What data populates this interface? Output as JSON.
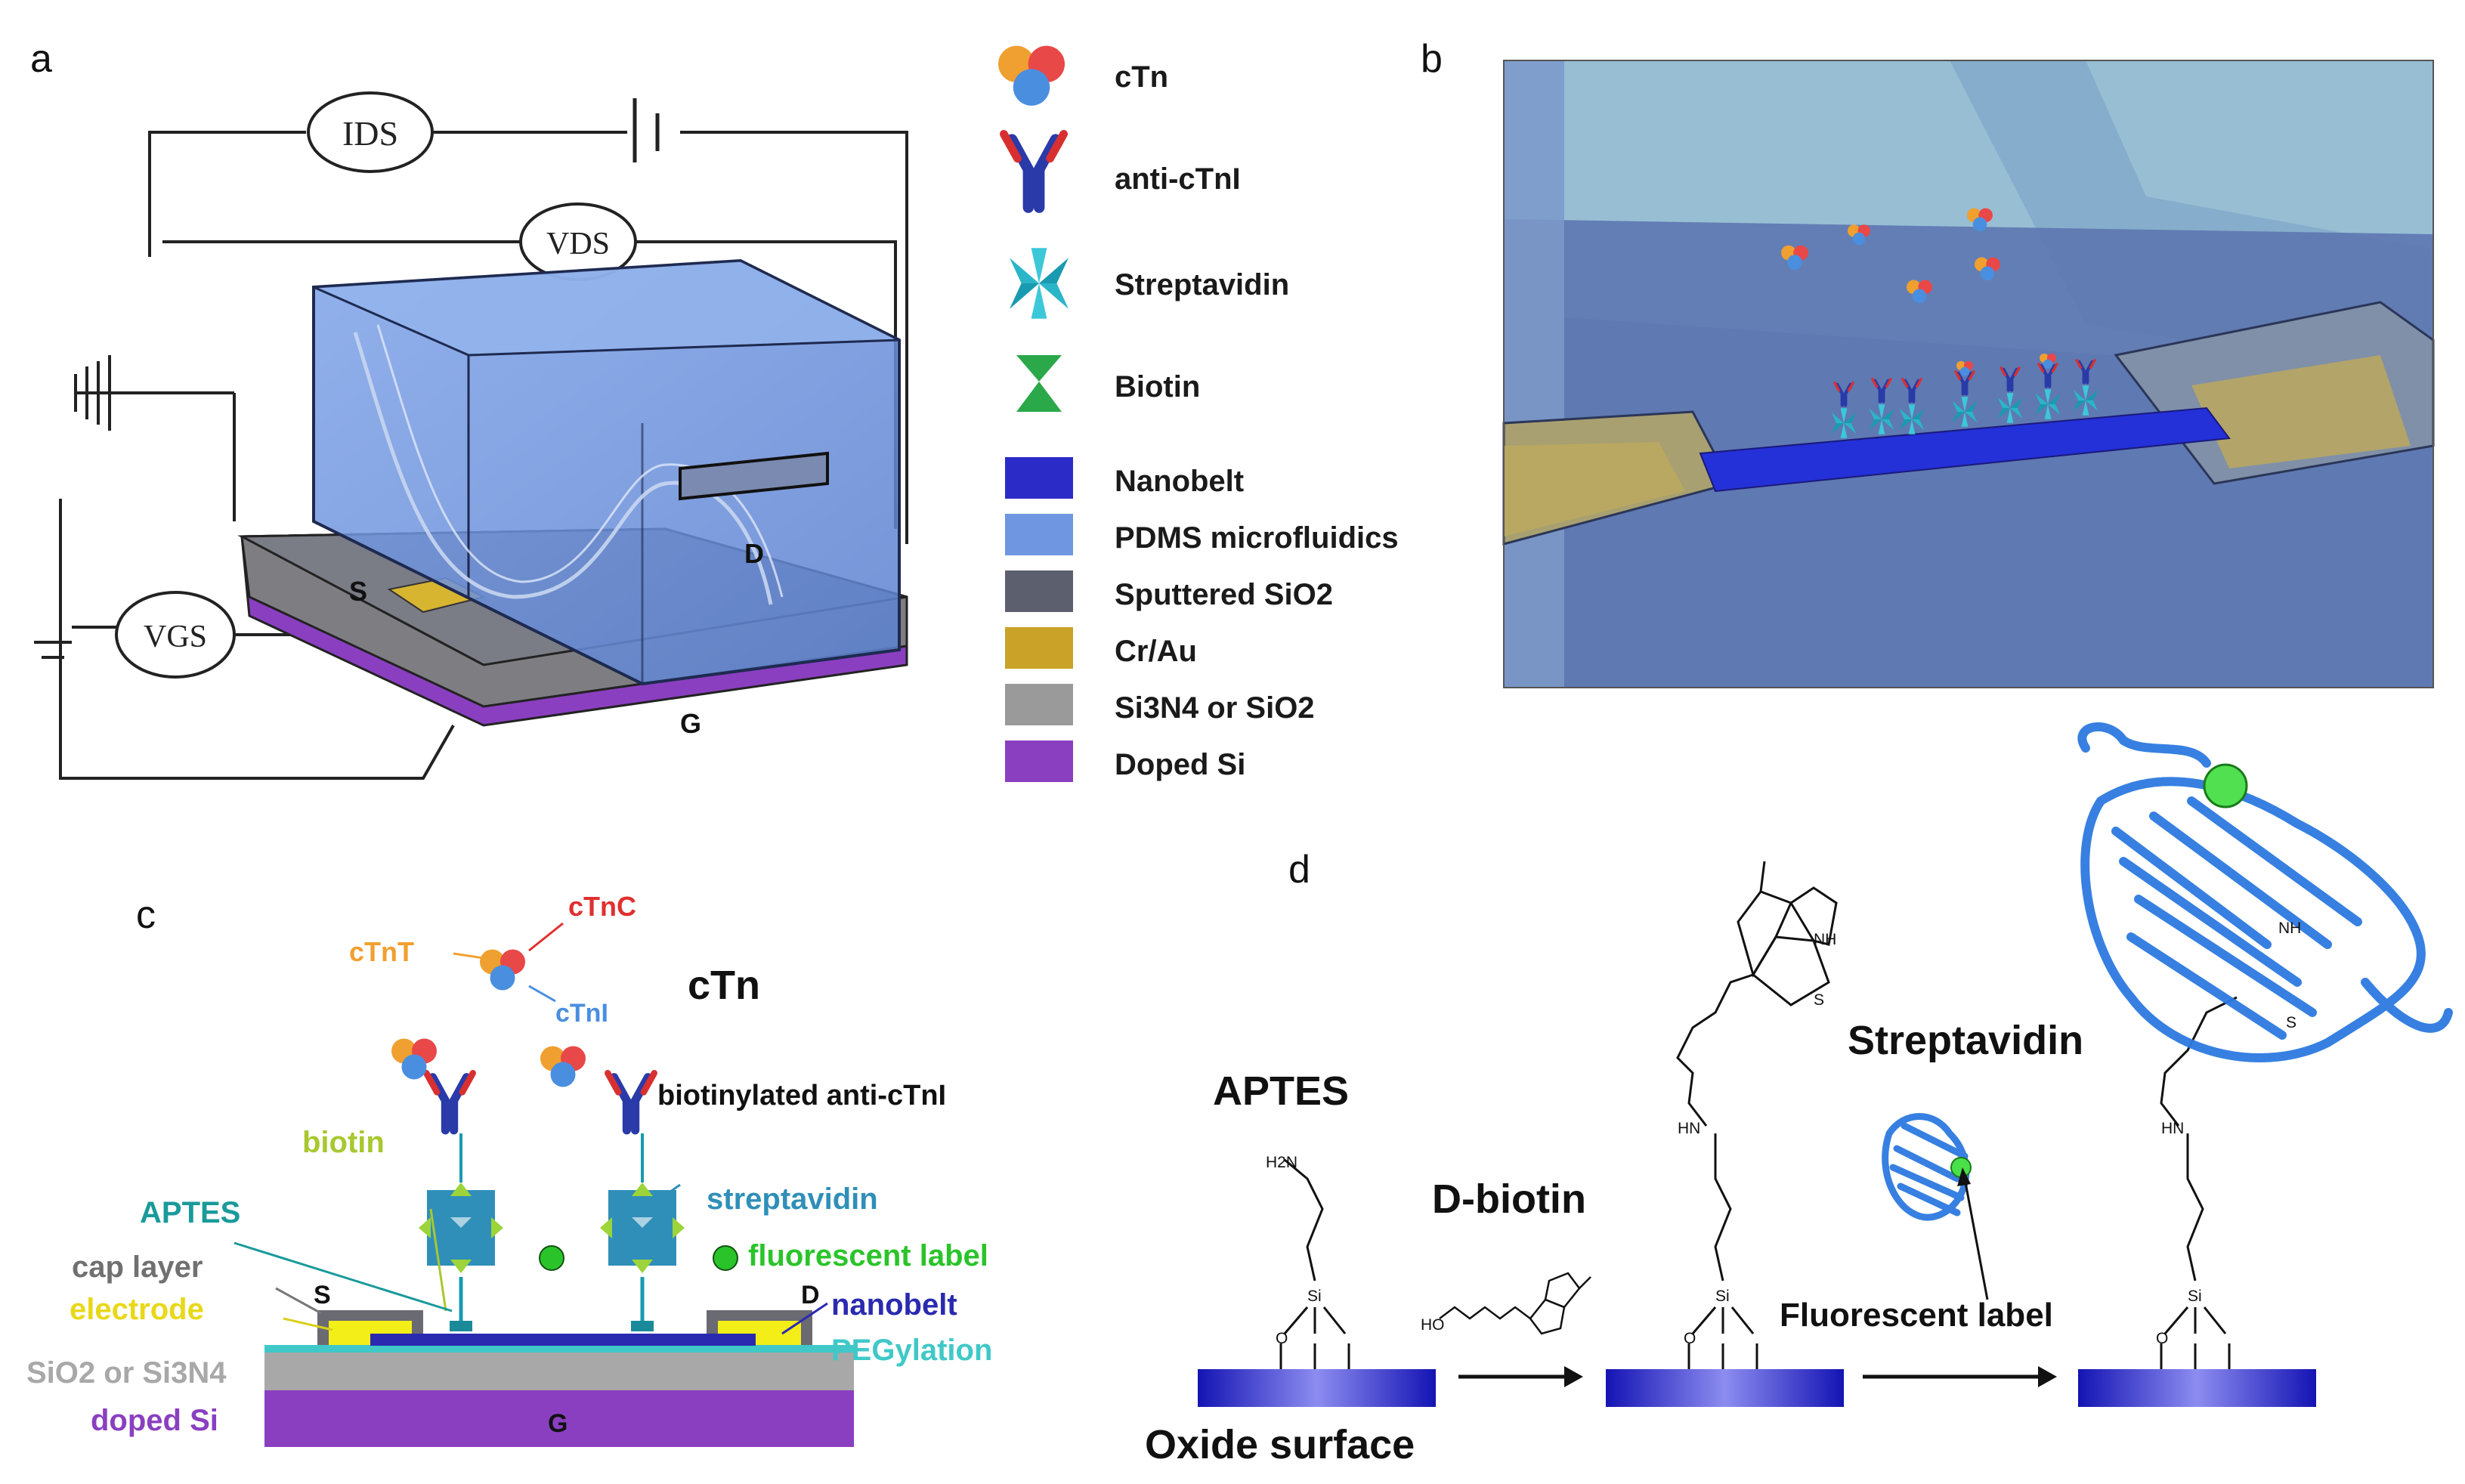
{
  "panels": {
    "a": "a",
    "b": "b",
    "c": "c",
    "d": "d"
  },
  "panel_a": {
    "meter_ids": "IDS",
    "meter_vds": "VDS",
    "meter_vgs": "VGS",
    "source": "S",
    "drain": "D",
    "gate": "G"
  },
  "legend": [
    {
      "label": "cTn",
      "icon": "ctn-icon"
    },
    {
      "label": "anti-cTnI",
      "icon": "antibody-icon"
    },
    {
      "label": "Streptavidin",
      "icon": "streptavidin-icon"
    },
    {
      "label": "Biotin",
      "icon": "biotin-icon"
    },
    {
      "label": "Nanobelt",
      "color": "#2b2bc8"
    },
    {
      "label": "PDMS microfluidics",
      "color": "#6f96e0"
    },
    {
      "label": "Sputtered SiO2",
      "color": "#5c5f6e"
    },
    {
      "label": "Cr/Au",
      "color": "#c9a227"
    },
    {
      "label": "Si3N4 or SiO2",
      "color": "#9a9a9a"
    },
    {
      "label": "Doped Si",
      "color": "#8a3fc0"
    }
  ],
  "panel_c": {
    "ctnc": "cTnC",
    "ctnt": "cTnT",
    "ctni": "cTnI",
    "ctn_title": "cTn",
    "biotinylated": "biotinylated anti-cTnI",
    "biotin": "biotin",
    "aptes": "APTES",
    "streptavidin": "streptavidin",
    "cap_layer": "cap layer",
    "fluorescent": "fluorescent label",
    "electrode": "electrode",
    "nanobelt": "nanobelt",
    "pegylation": "PEGylation",
    "sio2": "SiO2 or Si3N4",
    "doped": "doped Si",
    "s": "S",
    "d": "D",
    "g": "G"
  },
  "panel_d": {
    "aptes": "APTES",
    "dbiotin": "D-biotin",
    "streptavidin": "Streptavidin",
    "fluorescent": "Fluorescent label",
    "oxide": "Oxide surface",
    "h2n": "H2N",
    "si": "Si",
    "o": "O",
    "hn": "HN",
    "nh": "NH",
    "ho": "HO",
    "s": "S"
  }
}
